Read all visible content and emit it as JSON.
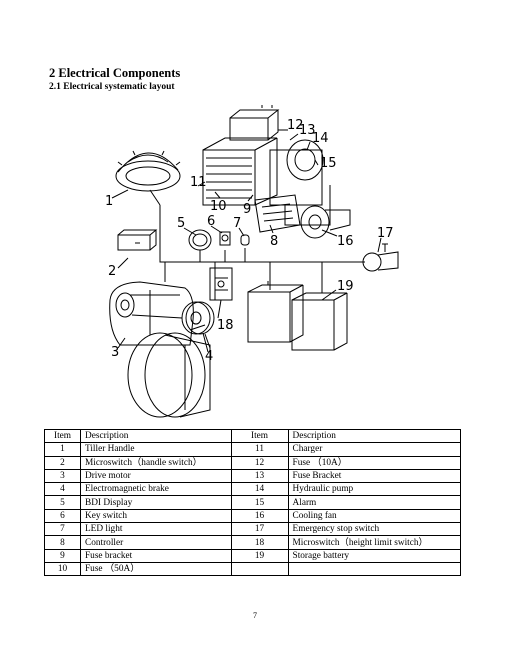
{
  "section_heading": "2  Electrical  Components",
  "subsection_heading": "2.1  Electrical systematic layout",
  "diagram_labels": [
    "1",
    "2",
    "3",
    "4",
    "5",
    "6",
    "7",
    "8",
    "9",
    "10",
    "11",
    "12",
    "13",
    "14",
    "15",
    "16",
    "17",
    "18",
    "19"
  ],
  "table": {
    "headers": [
      "Item",
      "Description",
      "Item",
      "Description"
    ],
    "rows": [
      [
        "1",
        "Tiller Handle",
        "11",
        "Charger"
      ],
      [
        "2",
        "Microswitch（handle switch）",
        "12",
        "Fuse （10A）"
      ],
      [
        "3",
        "Drive motor",
        "13",
        "Fuse Bracket"
      ],
      [
        "4",
        "Electromagnetic brake",
        "14",
        "Hydraulic pump"
      ],
      [
        "5",
        "BDI Display",
        "15",
        "Alarm"
      ],
      [
        "6",
        "Key switch",
        "16",
        "Cooling fan"
      ],
      [
        "7",
        "LED light",
        "17",
        "Emergency stop switch"
      ],
      [
        "8",
        "Controller",
        "18",
        "Microswitch（height limit switch）"
      ],
      [
        "9",
        "Fuse bracket",
        "19",
        "Storage battery"
      ],
      [
        "10",
        "Fuse （50A）",
        "",
        ""
      ]
    ]
  },
  "page_number": "7"
}
